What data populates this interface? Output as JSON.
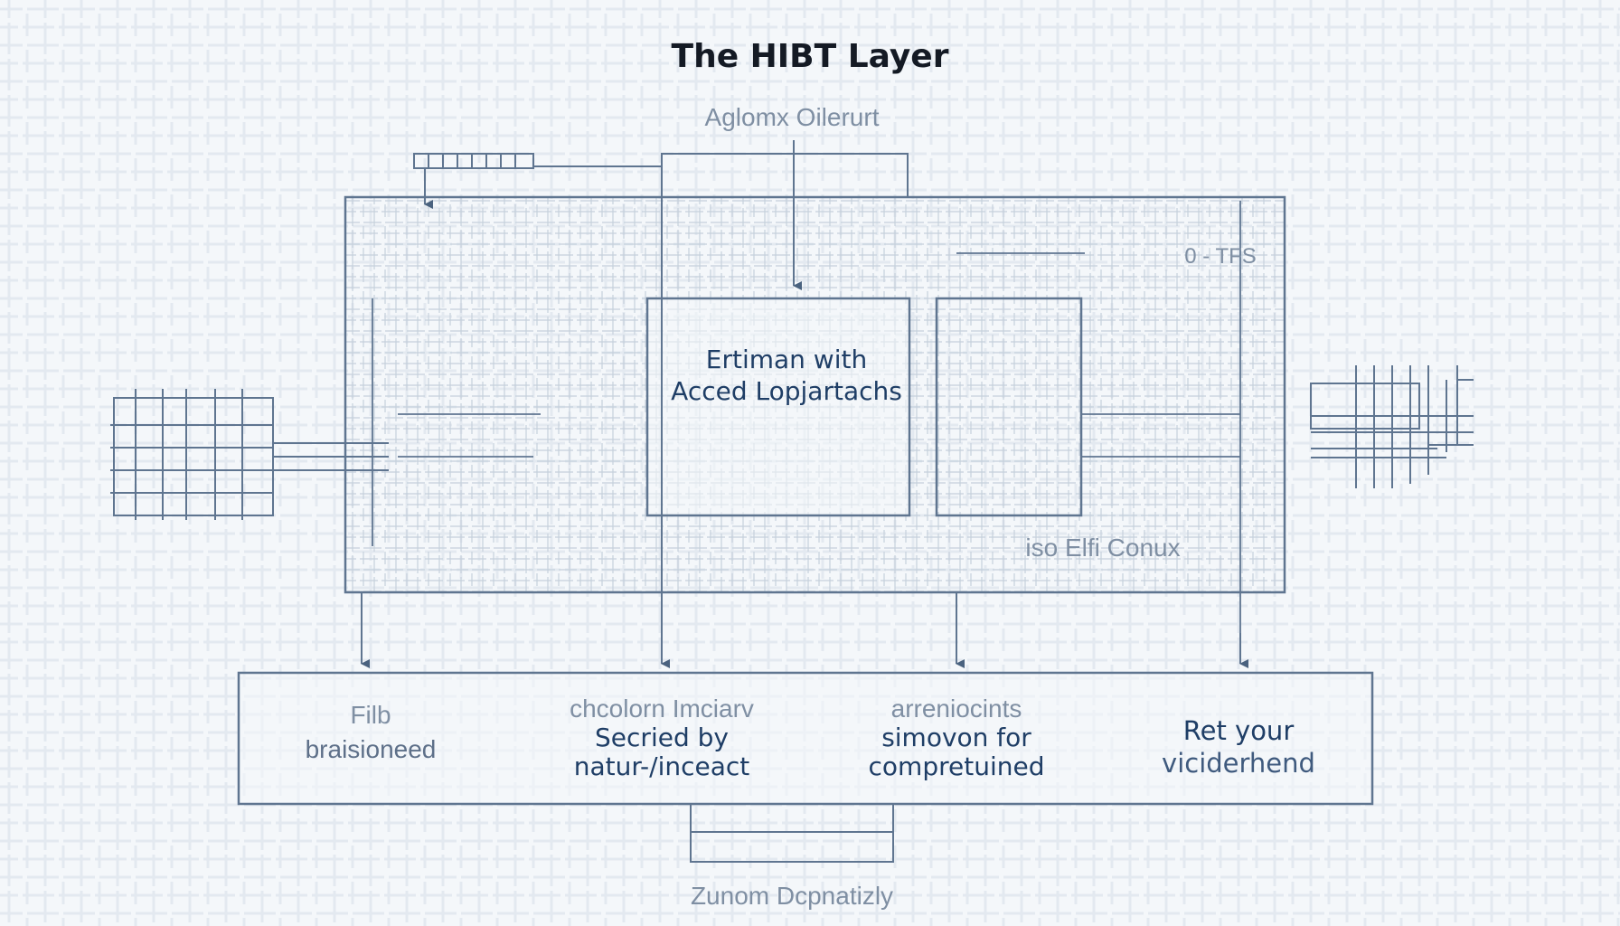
{
  "title": "The HIBT Layer",
  "top_label": "Aglomx Oilerurt",
  "corner_label": "0 - TFS",
  "center_box": {
    "line1": "Ertiman with",
    "line2": "Acced Lopjartachs"
  },
  "inner_label": "iso Elfi Conux",
  "columns": [
    {
      "sub": "Filb",
      "line1": "braisioneed",
      "line2": ""
    },
    {
      "sub": "chcolorn Imciarv",
      "line1": "Secried by",
      "line2": "natur-/inceact"
    },
    {
      "sub": "arreniocints",
      "line1": "simovon for",
      "line2": "compretuined"
    },
    {
      "sub": "",
      "line1": "Ret your",
      "line2": "viciderhend"
    }
  ],
  "bottom_label": "Zunom Dcpnatizly",
  "colors": {
    "line": "#5f7590",
    "text_dark": "#1f3e66",
    "text_faint": "#7f8fa3",
    "background": "#f4f7fa"
  }
}
